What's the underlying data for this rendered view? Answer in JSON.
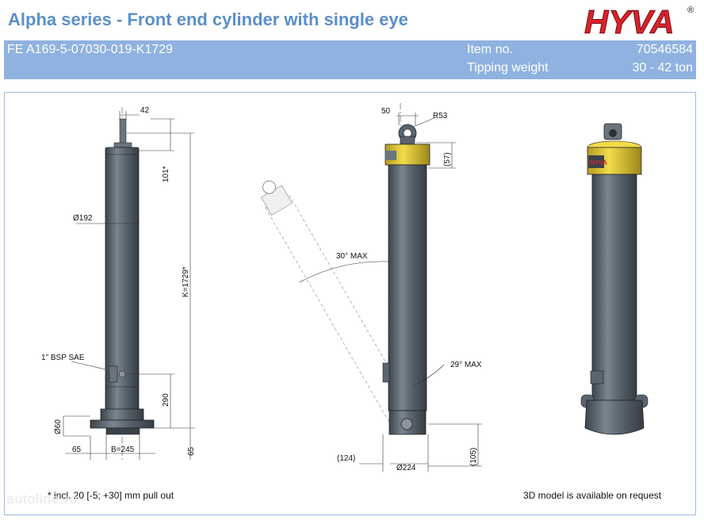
{
  "header": {
    "title": "Alpha series - Front end cylinder with single eye",
    "brand": "HYVA",
    "brand_mark": "®"
  },
  "info_bar": {
    "code": "FE A169-5-07030-019-K1729",
    "item_label": "Item no.",
    "item_value": "70546584",
    "tipping_label": "Tipping weight",
    "tipping_value": "30 - 42 ton"
  },
  "drawing": {
    "front": {
      "top_width": "42",
      "stroke_top": "101*",
      "diameter": "Ø192",
      "length": "K=1729*",
      "port": "1\" BSP SAE",
      "port_height": "290",
      "base_dia": "Ø60",
      "base_offset": "65",
      "base_width": "B=245",
      "bottom_offset": "65"
    },
    "side": {
      "eye_width": "50",
      "eye_radius": "R53",
      "eye_height": "(57)",
      "tilt_fwd": "30° MAX",
      "tilt_side": "29° MAX",
      "foot_left": "(124)",
      "foot_dia": "Ø224",
      "foot_height": "(105)"
    }
  },
  "footer": {
    "note": "* incl. 20 [-5; +30] mm pull out",
    "model_note": "3D model is available on request"
  },
  "watermark": "autoline.ro",
  "colors": {
    "title": "#5b8fc9",
    "bar": "#8fb2e0",
    "brand_red": "#d8222a",
    "cylinder": "#5a646e",
    "collar": "#e8cf38"
  }
}
